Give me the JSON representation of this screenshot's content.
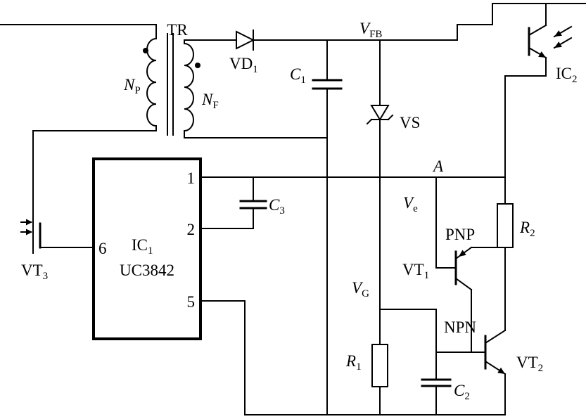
{
  "colors": {
    "line": "#000000",
    "background": "#ffffff"
  },
  "labels": {
    "tr": "TR",
    "np": {
      "main": "N",
      "sub": "P"
    },
    "nf": {
      "main": "N",
      "sub": "F"
    },
    "vd1": {
      "main": "VD",
      "sub": "1"
    },
    "c1": {
      "main": "C",
      "sub": "1"
    },
    "vfb": {
      "main": "V",
      "sub": "FB"
    },
    "vs": "VS",
    "ic2": {
      "main": "IC",
      "sub": "2"
    },
    "ic1": {
      "main": "IC",
      "sub": "1"
    },
    "ic1_part": "UC3842",
    "pin1": "1",
    "pin2": "2",
    "pin5": "5",
    "pin6": "6",
    "c3": {
      "main": "C",
      "sub": "3"
    },
    "vt3": {
      "main": "VT",
      "sub": "3"
    },
    "node_a": "A",
    "ve": {
      "main": "V",
      "sub": "e"
    },
    "pnp": "PNP",
    "vt1": {
      "main": "VT",
      "sub": "1"
    },
    "r2": {
      "main": "R",
      "sub": "2"
    },
    "vg": {
      "main": "V",
      "sub": "G"
    },
    "npn": "NPN",
    "vt2": {
      "main": "VT",
      "sub": "2"
    },
    "r1": {
      "main": "R",
      "sub": "1"
    },
    "c2": {
      "main": "C",
      "sub": "2"
    }
  }
}
